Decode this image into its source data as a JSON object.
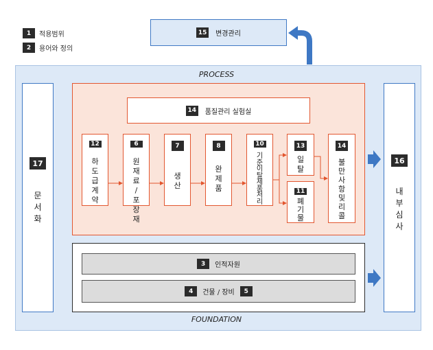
{
  "legend": [
    {
      "num": "1",
      "label": "적용범위"
    },
    {
      "num": "2",
      "label": "용어와 정의"
    }
  ],
  "change_mgmt": {
    "num": "15",
    "label": "변경관리"
  },
  "process_label": "PROCESS",
  "foundation_label": "FOUNDATION",
  "documentation": {
    "num": "17",
    "chars": [
      "문",
      "서",
      "화"
    ]
  },
  "internal_audit": {
    "num": "16",
    "chars": [
      "내",
      "부",
      "심",
      "사"
    ]
  },
  "qc_lab": {
    "num": "14",
    "label": "품질관리 실험실"
  },
  "steps": [
    {
      "num": "12",
      "chars": [
        "하",
        "도",
        "급",
        "계",
        "약"
      ]
    },
    {
      "num": "6",
      "chars": [
        "원",
        "재",
        "료",
        "/",
        "포",
        "장",
        "재"
      ]
    },
    {
      "num": "7",
      "chars": [
        "생",
        "산"
      ]
    },
    {
      "num": "8",
      "chars": [
        "완",
        "제",
        "품"
      ]
    },
    {
      "num": "10",
      "chars": [
        "기",
        "준",
        "이",
        "탈",
        "제",
        "품",
        "처",
        "리"
      ]
    },
    {
      "num": "13",
      "chars": [
        "일",
        "탈"
      ]
    },
    {
      "num": "11",
      "chars": [
        "폐",
        "기",
        "물"
      ]
    },
    {
      "num": "14",
      "chars": [
        "불",
        "만",
        "사",
        "항",
        "및",
        "리",
        "콜"
      ]
    }
  ],
  "human_resources": {
    "num": "3",
    "label": "인적자원"
  },
  "buildings": {
    "num_left": "4",
    "label": "건물 / 장비",
    "num_right": "5"
  },
  "colors": {
    "accent_blue": "#3e78c4",
    "accent_orange": "#e2562f",
    "light_blue": "#dde9f7",
    "light_orange": "#fbe4da"
  }
}
